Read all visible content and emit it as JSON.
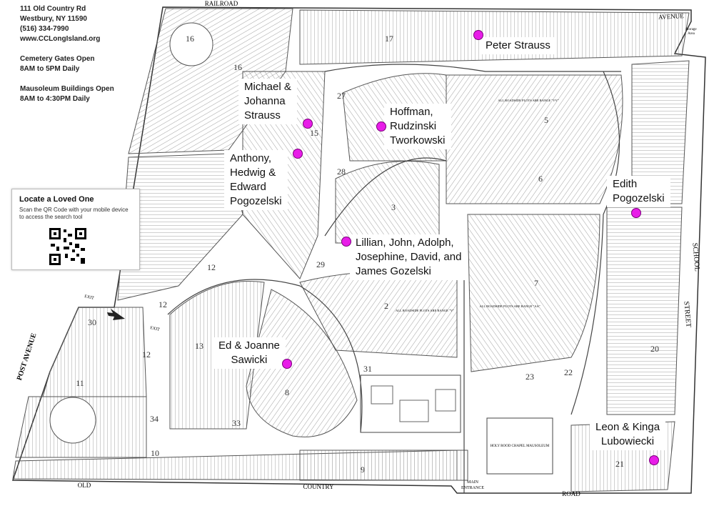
{
  "info": {
    "address": "111 Old Country Rd",
    "city": "Westbury, NY 11590",
    "phone": "(516) 334-7990",
    "website": "www.CCLongIsland.org",
    "gates_title": "Cemetery Gates Open",
    "gates_hours": "8AM to 5PM Daily",
    "mausoleum_title": "Mausoleum Buildings Open",
    "mausoleum_hours": "8AM to 4:30PM Daily"
  },
  "locate": {
    "title": "Locate a Loved One",
    "text": "Scan the QR Code with your mobile device to access the search tool"
  },
  "streets": {
    "railroad": "RAILROAD",
    "avenue": "AVENUE",
    "school": "SCHOOL",
    "street": "STREET",
    "post_avenue": "POST AVENUE",
    "old": "OLD",
    "country": "COUNTRY",
    "road": "ROAD",
    "main": "MAIN",
    "entrance": "ENTRANCE",
    "exit": "EXIT",
    "storage": "Storage",
    "area": "Area"
  },
  "sections": [
    "16",
    "17",
    "16",
    "27",
    "15",
    "5",
    "28",
    "6",
    "3",
    "29",
    "12",
    "12",
    "30",
    "12",
    "13",
    "2",
    "7",
    "20",
    "31",
    "23",
    "22",
    "11",
    "8",
    "34",
    "33",
    "10",
    "9",
    "21"
  ],
  "plot_notes": {
    "roadside_vv": "ALL ROADSIDE PLOTS ARE RANGE \"VV\"",
    "roadside_v": "ALL ROADSIDE PLOTS ARE RANGE \"V\"",
    "roadside_aa": "ALL ROADSIDE PLOTS ARE RANGE \"AA\"",
    "chapel": "HOLY ROOD CHAPEL MAUSOLEUM"
  },
  "markers": [
    {
      "lines": [
        "Peter Strauss"
      ]
    },
    {
      "lines": [
        "Michael &",
        "Johanna",
        "Strauss"
      ]
    },
    {
      "lines": [
        "Hoffman,",
        "Rudzinski",
        "Tworkowski"
      ]
    },
    {
      "lines": [
        "Anthony,",
        "Hedwig &",
        "Edward",
        "Pogozelski"
      ]
    },
    {
      "lines": [
        "Edith",
        "Pogozelski"
      ]
    },
    {
      "lines": [
        "Lillian, John, Adolph,",
        "Josephine, David, and",
        "James Gozelski"
      ]
    },
    {
      "lines": [
        "Ed & Joanne",
        "Sawicki"
      ]
    },
    {
      "lines": [
        "Leon & Kinga",
        "Lubowiecki"
      ]
    }
  ],
  "colors": {
    "marker": "#e81de8",
    "line": "#555555"
  }
}
